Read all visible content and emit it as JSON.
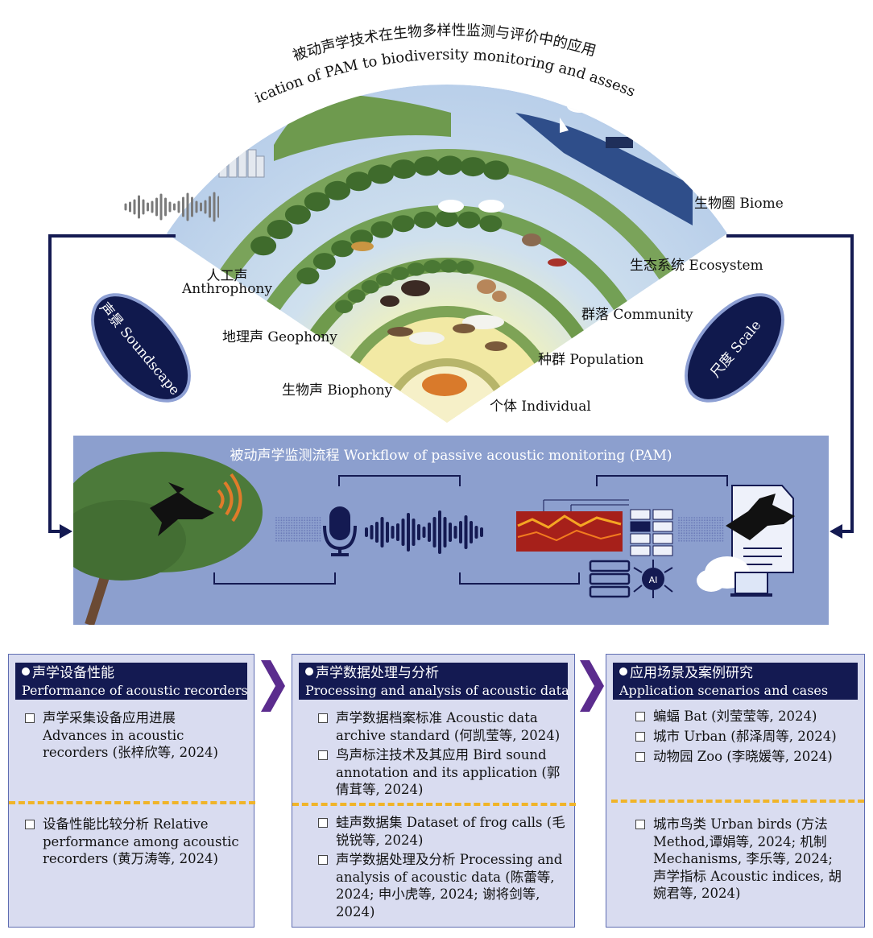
{
  "title_cn": "被动声学技术在生物多样性监测与评价中的应用",
  "title_en": "Application of PAM to biodiversity monitoring and assessment",
  "scale_levels": [
    {
      "label": "生物圈 Biome"
    },
    {
      "label": "生态系统 Ecosystem"
    },
    {
      "label": "群落 Community"
    },
    {
      "label": "种群 Population"
    },
    {
      "label": "个体 Individual"
    }
  ],
  "sound_sources": {
    "anthrophony_cn": "人工声",
    "anthrophony_en": "Anthrophony",
    "geophony": "地理声 Geophony",
    "biophony": "生物声  Biophony"
  },
  "soundscape_label": "声景 Soundscape",
  "scale_label": "尺度 Scale",
  "workflow_title": "被动声学监测流程 Workflow of passive acoustic monitoring (PAM)",
  "workflow_icons": [
    "bird-in-tree-icon",
    "microphone-icon",
    "sound-wave-icon",
    "spectrogram-icon",
    "server-icon",
    "ai-chip-icon",
    "report-icon",
    "cloud-laptop-icon"
  ],
  "panels": [
    {
      "title_cn": "声学设备性能",
      "title_en": "Performance of acoustic recorders",
      "top_items": [
        "声学采集设备应用进展 Advances in acoustic recorders (张梓欣等, 2024)"
      ],
      "bottom_items": [
        "设备性能比较分析 Relative performance among acoustic recorders (黄万涛等, 2024)"
      ]
    },
    {
      "title_cn": "声学数据处理与分析",
      "title_en": "Processing and analysis of acoustic data",
      "top_items": [
        "声学数据档案标准 Acoustic data archive standard (何凯莹等, 2024)",
        "鸟声标注技术及其应用 Bird sound annotation and its application (郭倩茸等, 2024)"
      ],
      "bottom_items": [
        "蛙声数据集 Dataset of frog calls (毛锐锐等, 2024)",
        "声学数据处理及分析 Processing and analysis of acoustic data (陈蕾等, 2024; 申小虎等, 2024; 谢将剑等, 2024)"
      ]
    },
    {
      "title_cn": "应用场景及案例研究",
      "title_en": "Application scenarios and cases",
      "top_items": [
        "蝙蝠 Bat (刘莹莹等, 2024)",
        "城市 Urban (郝泽周等, 2024)",
        "动物园 Zoo (李晓媛等, 2024)"
      ],
      "bottom_items": [
        "城市鸟类 Urban birds (方法 Method,谭娟等, 2024; 机制 Mechanisms, 李乐等, 2024; 声学指标 Acoustic indices, 胡婉君等, 2024)"
      ]
    }
  ],
  "colors": {
    "navy": "#141a52",
    "panel_bg": "#d9dcf0",
    "workflow_bg": "#8c9fce",
    "dash": "#f0b429",
    "chevron": "#5b2c8e",
    "sky": "#c9daf0",
    "green": "#6f9a4c",
    "sand": "#f2e9a4"
  }
}
